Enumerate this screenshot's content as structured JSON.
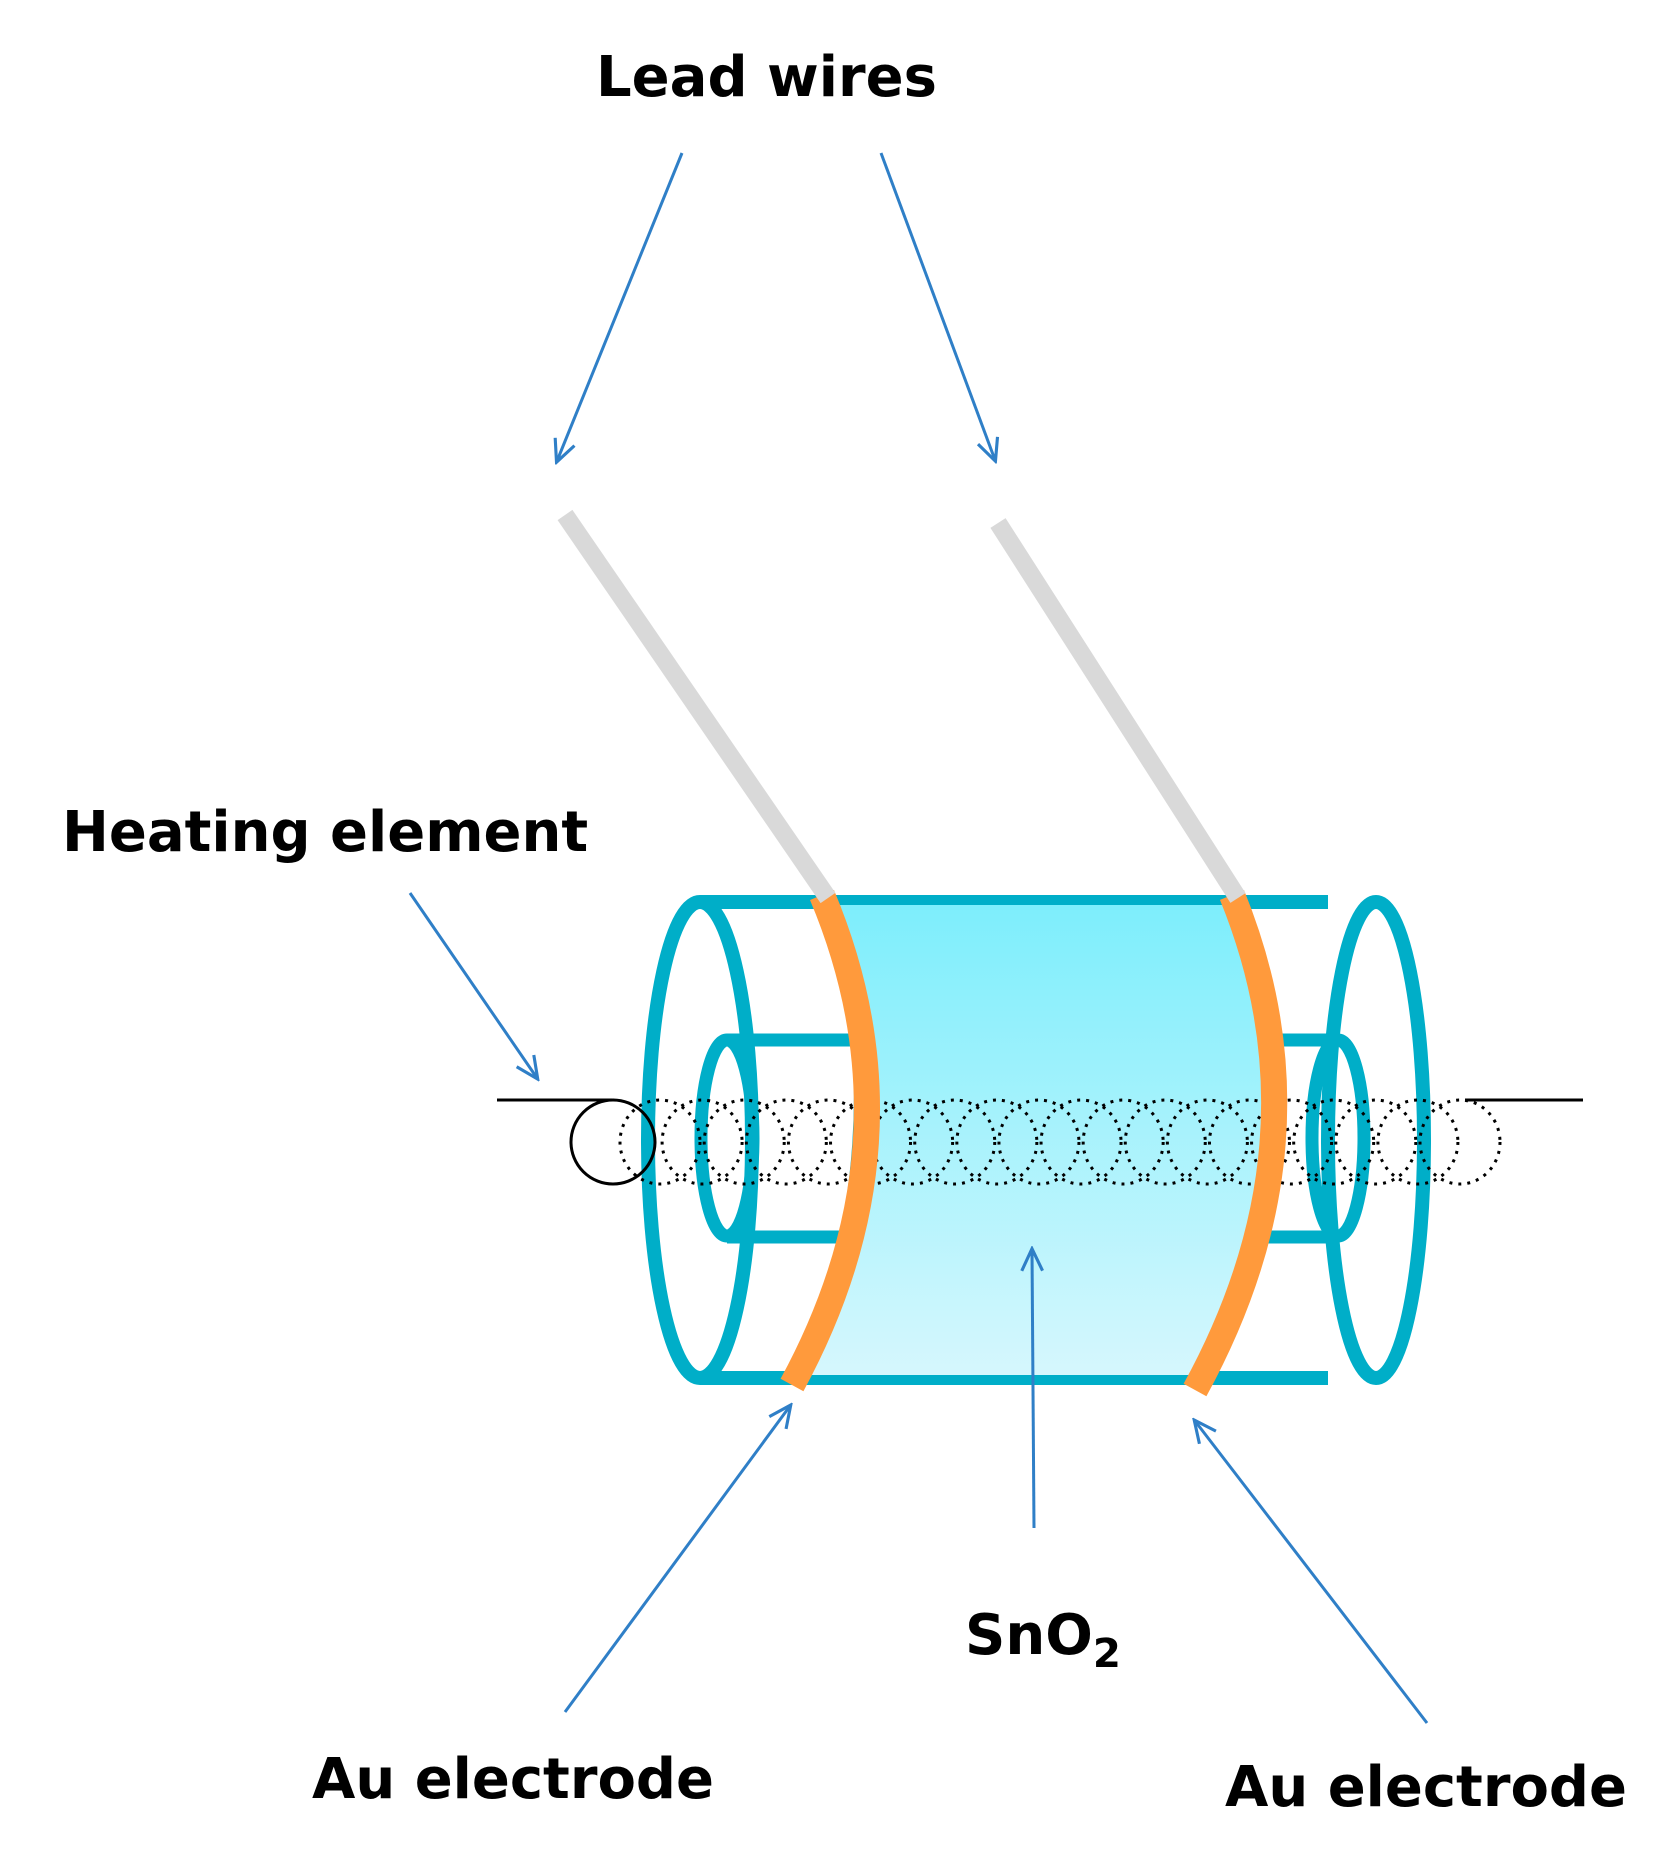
{
  "labels": {
    "lead_wires": "Lead wires",
    "heating_element": "Heating element",
    "sno2_main": "SnO",
    "sno2_sub": "2",
    "au_electrode_left": "Au electrode",
    "au_electrode_right": "Au electrode"
  },
  "colors": {
    "tube": "#00aec8",
    "electrode": "#ff9a3c",
    "lead_wire": "#d9d9d9",
    "arrow": "#2f7fc7",
    "coil": "#000000",
    "sno2_fill_top": "#7deefc",
    "sno2_fill_bottom": "#d6f7fd"
  }
}
